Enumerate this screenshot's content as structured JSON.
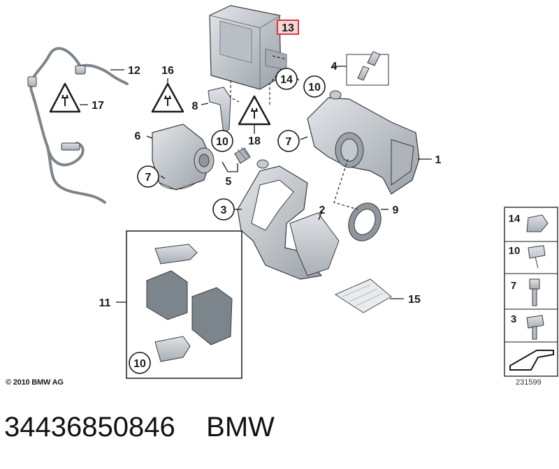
{
  "callouts": {
    "c1": "1",
    "c2": "2",
    "c3": "3",
    "c4": "4",
    "c5": "5",
    "c6": "6",
    "c7a": "7",
    "c7b": "7",
    "c8": "8",
    "c9": "9",
    "c10a": "10",
    "c10b": "10",
    "c10c": "10",
    "c11": "11",
    "c12": "12",
    "c13": "13",
    "c14": "14",
    "c15": "15",
    "c16": "16",
    "c17": "17",
    "c18": "18"
  },
  "hardware": {
    "h14": "14",
    "h10": "10",
    "h7": "7",
    "h3": "3"
  },
  "footer": {
    "copyright": "© 2010 BMW AG",
    "ref_number": "231599"
  },
  "part": {
    "number": "34436850846",
    "brand": "BMW"
  },
  "colors": {
    "part_fill": "#c9ced3",
    "part_dark": "#8e959c",
    "outline": "#3a3a3a",
    "highlight": "#d9262b"
  }
}
